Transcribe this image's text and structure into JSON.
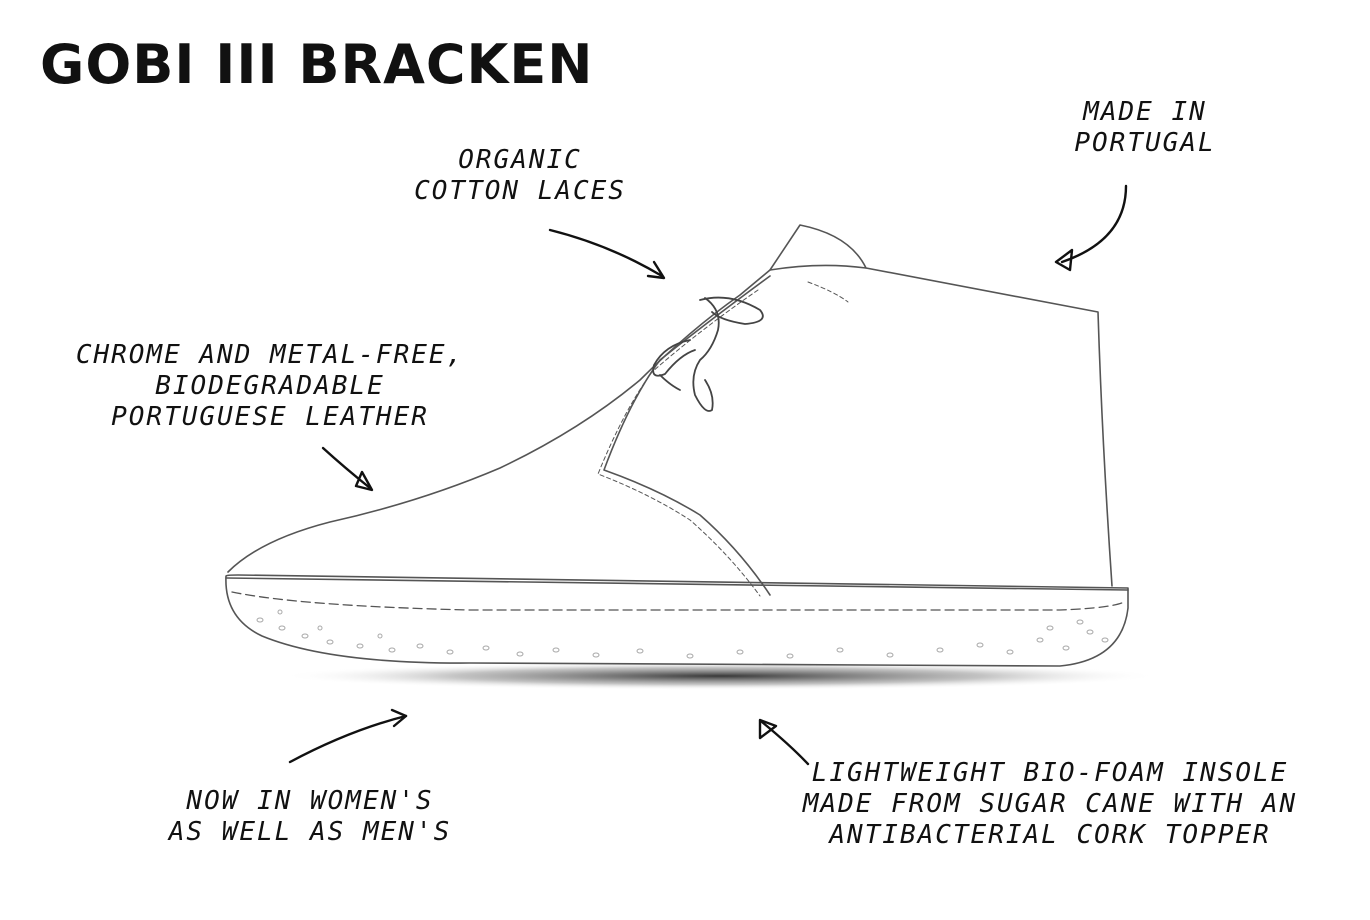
{
  "title": "GOBI III BRACKEN",
  "callouts": {
    "laces": "ORGANIC\nCOTTON LACES",
    "portugal": "MADE IN\nPORTUGAL",
    "leather": "CHROME AND METAL-FREE,\nBIODEGRADABLE\nPORTUGUESE LEATHER",
    "womens": "NOW IN WOMEN'S\nAS WELL AS MEN'S",
    "insole": "LIGHTWEIGHT BIO-FOAM INSOLE\nMADE FROM SUGAR CANE WITH AN\nANTIBACTERIAL CORK TOPPER"
  },
  "colors": {
    "ink": "#111111",
    "outline": "#555555",
    "shadow": "#222222"
  }
}
